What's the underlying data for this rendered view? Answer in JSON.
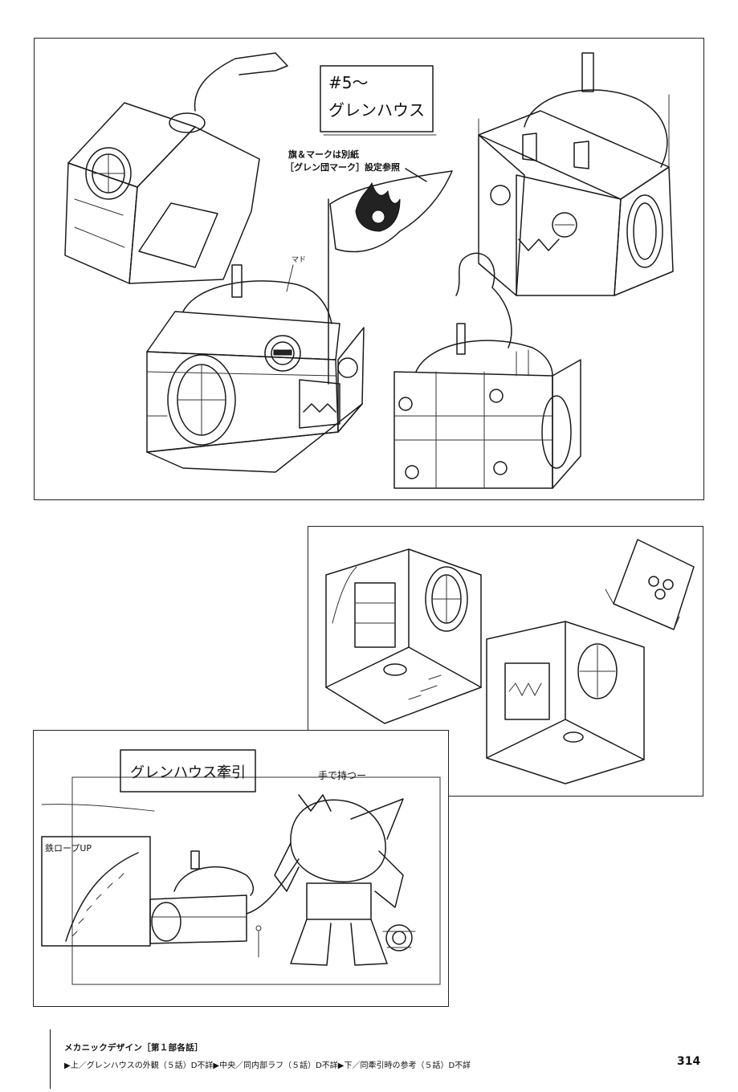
{
  "top_panel": {
    "title_line1": "#5～",
    "title_line2": "グレンハウス",
    "note_line1": "旗＆マークは別紙",
    "note_line2": "［グレン団マーク］設定参照",
    "window_label": "マド"
  },
  "bottom_panel": {
    "title": "グレンハウス牽引",
    "label_hand": "手で持つー",
    "label_rope": "鉄ロープUP"
  },
  "footer": {
    "section_title": "メカニックデザイン［第１部各話］",
    "caption": "▶上／グレンハウスの外観（５話）D不詳▶中央／同内部ラフ（５話）D不詳▶下／同牽引時の参考（５話）D不詳",
    "page_number": "314"
  }
}
